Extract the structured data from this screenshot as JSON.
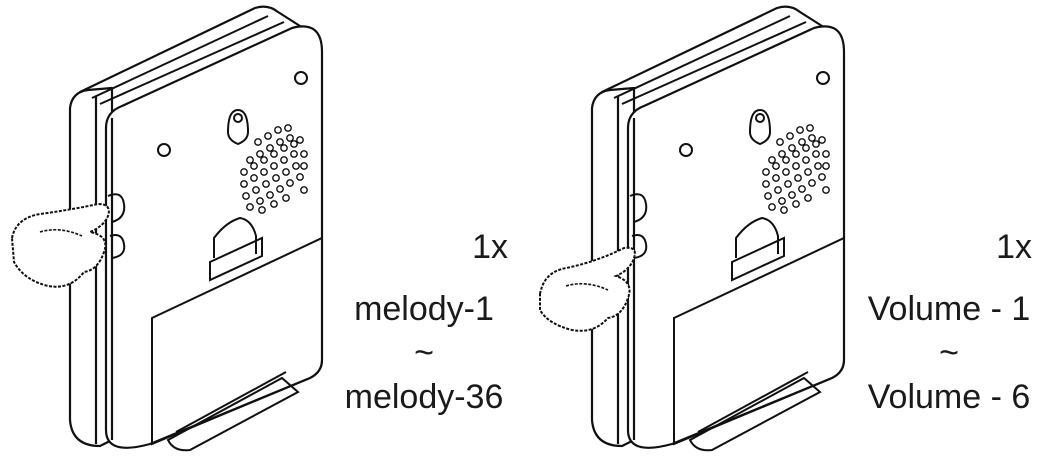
{
  "panels": [
    {
      "count": "1x",
      "start": "melody-1",
      "separator": "~",
      "end": "melody-36"
    },
    {
      "count": "1x",
      "start": "Volume - 1",
      "separator": "~",
      "end": "Volume - 6"
    }
  ]
}
